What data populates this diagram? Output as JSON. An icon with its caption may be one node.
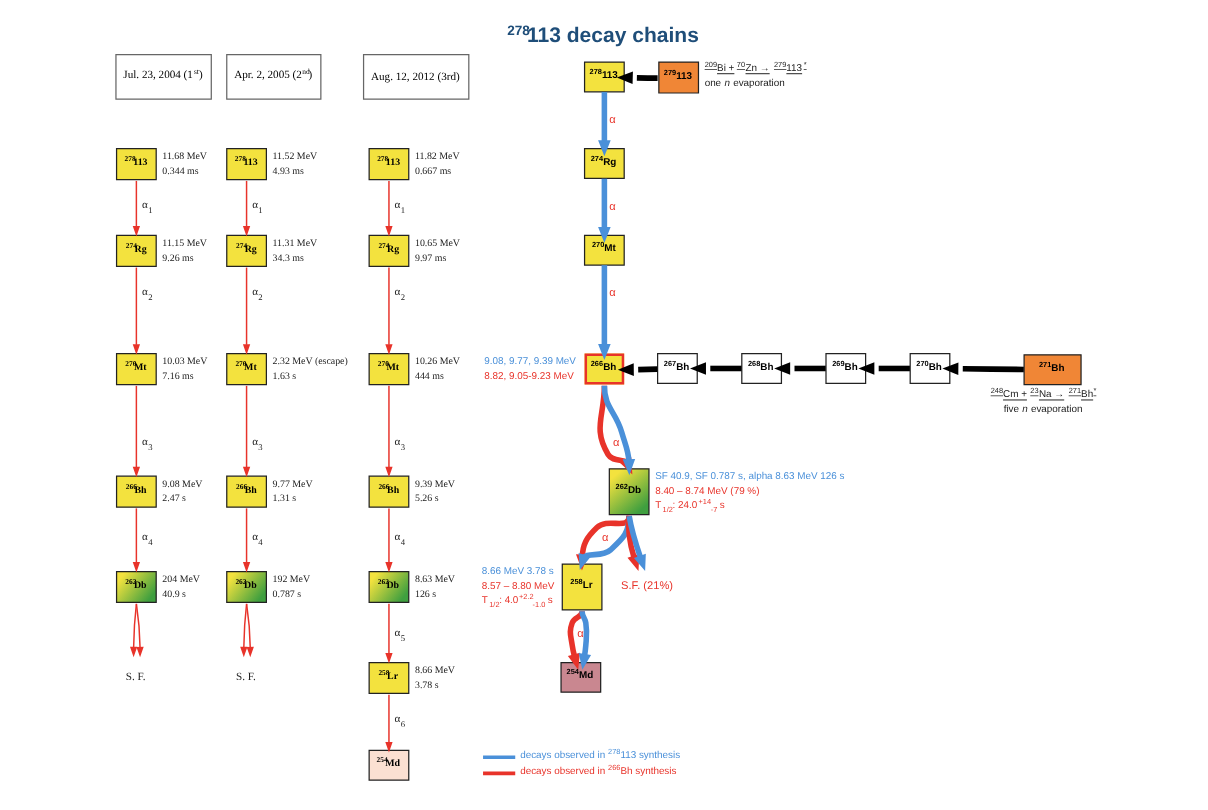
{
  "diagram": {
    "title": "$^{278}$113 decay chains",
    "nodes": [
      {
        "text": [
          "Jul. 23, 2004 (1$^{st}$)"
        ]
      },
      {
        "text": [
          "$^{278}$113"
        ],
        "beside": [
          "11.68 MeV",
          "0.344 ms"
        ]
      },
      {
        "text": [
          "$^{274}$Rg"
        ],
        "beside": [
          "11.15 MeV",
          "9.26 ms"
        ]
      },
      {
        "text": [
          "$^{270}$Mt"
        ],
        "beside": [
          "10.03 MeV",
          "7.16 ms"
        ]
      },
      {
        "text": [
          "$^{266}$Bh"
        ],
        "beside": [
          "9.08 MeV",
          "2.47 s"
        ]
      },
      {
        "text": [
          "$^{262}$Db"
        ],
        "beside": [
          "204 MeV",
          "40.9 s"
        ]
      },
      {
        "text": [
          "S. F."
        ]
      },
      {
        "text": [
          "Apr. 2, 2005 (2$^{nd}$)"
        ]
      },
      {
        "text": [
          "$^{278}$113"
        ],
        "beside": [
          "11.52 MeV",
          "4.93 ms"
        ]
      },
      {
        "text": [
          "$^{274}$Rg"
        ],
        "beside": [
          "11.31 MeV",
          "34.3 ms"
        ]
      },
      {
        "text": [
          "$^{270}$Mt"
        ],
        "beside": [
          "2.32 MeV (escape)",
          "1.63 s"
        ]
      },
      {
        "text": [
          "$^{266}$Bh"
        ],
        "beside": [
          "9.77 MeV",
          "1.31 s"
        ]
      },
      {
        "text": [
          "$^{262}$Db"
        ],
        "beside": [
          "192 MeV",
          "0.787 s"
        ]
      },
      {
        "text": [
          "S. F."
        ]
      },
      {
        "text": [
          "Aug. 12, 2012 (3rd)"
        ]
      },
      {
        "text": [
          "$^{278}$113"
        ],
        "beside": [
          "11.82 MeV",
          "0.667 ms"
        ]
      },
      {
        "text": [
          "$^{274}$Rg"
        ],
        "beside": [
          "10.65 MeV",
          "9.97 ms"
        ]
      },
      {
        "text": [
          "$^{270}$Mt"
        ],
        "beside": [
          "10.26 MeV",
          "444 ms"
        ]
      },
      {
        "text": [
          "$^{266}$Bh"
        ],
        "beside": [
          "9.39 MeV",
          "5.26 s"
        ]
      },
      {
        "text": [
          "$^{262}$Db"
        ],
        "beside": [
          "8.63 MeV",
          "126 s"
        ]
      },
      {
        "text": [
          "$^{258}$Lr"
        ],
        "beside": [
          "8.66 MeV",
          "3.78 s"
        ]
      },
      {
        "text": [
          "$^{254}$Md"
        ]
      },
      {
        "text": [
          "$^{278}$113"
        ]
      },
      {
        "text": [
          "$^{279}$113"
        ],
        "beside": [
          "$^{209}$Bi + $^{70}$Zn → $^{279}$113$^{*}$",
          "one *n* evaporation"
        ]
      },
      {
        "text": [
          "$^{274}$Rg"
        ]
      },
      {
        "text": [
          "$^{270}$Mt"
        ]
      },
      {
        "text": [
          "$^{266}$Bh"
        ],
        "beside": [
          "9.08, 9.77, 9.39 MeV",
          "8.82, 9.05-9.23 MeV"
        ]
      },
      {
        "text": [
          "$^{267}$Bh"
        ]
      },
      {
        "text": [
          "$^{268}$Bh"
        ]
      },
      {
        "text": [
          "$^{269}$Bh"
        ]
      },
      {
        "text": [
          "$^{270}$Bh"
        ]
      },
      {
        "text": [
          "$^{271}$Bh"
        ],
        "beside": [
          "$^{248}$Cm + $^{23}$Na → $^{271}$Bh$^{*}$",
          "five *n* evaporation"
        ]
      },
      {
        "text": [
          "$^{262}$Db"
        ],
        "beside": [
          "SF 40.9, SF 0.787 s, alpha 8.63 MeV 126 s",
          "8.40 – 8.74 MeV (79 %)",
          "T$_{1/2}$: 24.0$^{+14}$$_{-7}$ s"
        ]
      },
      {
        "text": [
          "$^{258}$Lr"
        ],
        "beside": [
          "8.66 MeV 3.78 s",
          "8.57 – 8.80 MeV",
          "T$_{1/2}$: 4.0$^{+2.2}$$_{-1.0}$ s"
        ]
      },
      {
        "text": [
          "S.F. (21%)"
        ]
      },
      {
        "text": [
          "$^{254}$Md"
        ]
      }
    ],
    "edges": [
      {
        "from": 1,
        "to": 2,
        "arrow": "to",
        "label": "α$_{1}$"
      },
      {
        "from": 2,
        "to": 3,
        "arrow": "to",
        "label": "α$_{2}$"
      },
      {
        "from": 3,
        "to": 4,
        "arrow": "to",
        "label": "α$_{3}$"
      },
      {
        "from": 4,
        "to": 5,
        "arrow": "to",
        "label": "α$_{4}$"
      },
      {
        "from": 5,
        "to": 6,
        "arrow": "to"
      },
      {
        "from": 5,
        "to": 6,
        "arrow": "to"
      },
      {
        "from": 8,
        "to": 9,
        "arrow": "to",
        "label": "α$_{1}$"
      },
      {
        "from": 9,
        "to": 10,
        "arrow": "to",
        "label": "α$_{2}$"
      },
      {
        "from": 10,
        "to": 11,
        "arrow": "to",
        "label": "α$_{3}$"
      },
      {
        "from": 11,
        "to": 12,
        "arrow": "to",
        "label": "α$_{4}$"
      },
      {
        "from": 12,
        "to": 13,
        "arrow": "to"
      },
      {
        "from": 12,
        "to": 13,
        "arrow": "to"
      },
      {
        "from": 15,
        "to": 16,
        "arrow": "to",
        "label": "α$_{1}$"
      },
      {
        "from": 16,
        "to": 17,
        "arrow": "to",
        "label": "α$_{2}$"
      },
      {
        "from": 17,
        "to": 18,
        "arrow": "to",
        "label": "α$_{3}$"
      },
      {
        "from": 18,
        "to": 19,
        "arrow": "to",
        "label": "α$_{4}$"
      },
      {
        "from": 19,
        "to": 20,
        "arrow": "to",
        "label": "α$_{5}$"
      },
      {
        "from": 20,
        "to": 21,
        "arrow": "to",
        "label": "α$_{6}$"
      },
      {
        "from": 23,
        "to": 22,
        "arrow": "to",
        "style": "thick",
        "color": "#000000"
      },
      {
        "from": 22,
        "to": 24,
        "arrow": "to",
        "label": "α",
        "style": "thick",
        "color": "#4a90d9"
      },
      {
        "from": 24,
        "to": 25,
        "arrow": "to",
        "label": "α",
        "style": "thick",
        "color": "#4a90d9"
      },
      {
        "from": 25,
        "to": 26,
        "arrow": "to",
        "label": "α",
        "style": "thick",
        "color": "#4a90d9"
      },
      {
        "from": 31,
        "to": 30,
        "arrow": "to",
        "style": "thick",
        "color": "#000000"
      },
      {
        "from": 30,
        "to": 29,
        "arrow": "to",
        "style": "thick",
        "color": "#000000"
      },
      {
        "from": 29,
        "to": 28,
        "arrow": "to",
        "style": "thick",
        "color": "#000000"
      },
      {
        "from": 28,
        "to": 27,
        "arrow": "to",
        "style": "thick",
        "color": "#000000"
      },
      {
        "from": 27,
        "to": 26,
        "arrow": "to",
        "style": "thick",
        "color": "#000000"
      },
      {
        "from": 26,
        "to": 32,
        "arrow": "to",
        "label": "α",
        "style": "thick"
      },
      {
        "from": 26,
        "to": 32,
        "arrow": "to",
        "style": "thick",
        "color": "#4a90d9"
      },
      {
        "from": 32,
        "to": 33,
        "arrow": "to",
        "label": "α",
        "style": "thick"
      },
      {
        "from": 32,
        "to": 33,
        "arrow": "to",
        "style": "thick",
        "color": "#4a90d9"
      },
      {
        "from": 32,
        "to": 34,
        "arrow": "to",
        "style": "thick"
      },
      {
        "from": 32,
        "to": 34,
        "arrow": "to",
        "style": "thick",
        "color": "#4a90d9"
      },
      {
        "from": 33,
        "to": 35,
        "arrow": "to",
        "label": "α",
        "style": "thick"
      },
      {
        "from": 33,
        "to": 35,
        "arrow": "to",
        "style": "thick",
        "color": "#4a90d9"
      }
    ],
    "legend": [
      {
        "text": "decays observed in $^{278}$113 synthesis",
        "color": "#4a90d9"
      },
      {
        "text": "decays observed in $^{266}$Bh synthesis",
        "color": "#e8332a"
      }
    ]
  }
}
